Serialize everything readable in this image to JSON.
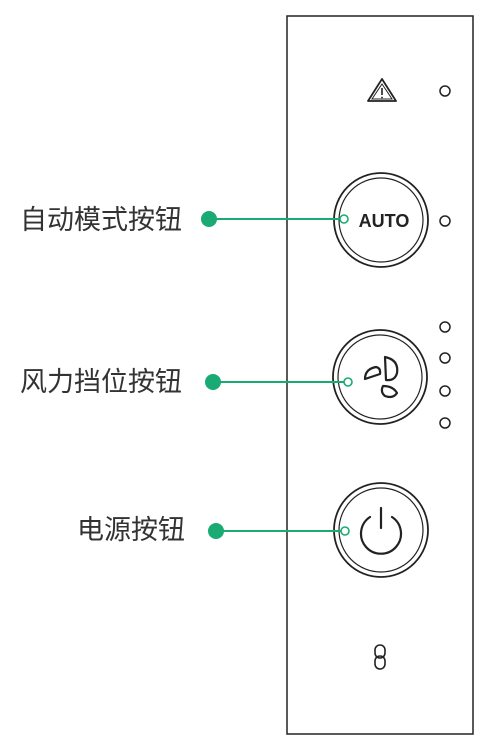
{
  "labels": {
    "auto_mode_button": "自动模式按钮",
    "fan_speed_button": "风力挡位按钮",
    "power_button": "电源按钮"
  },
  "buttons": {
    "auto_text": "AUTO"
  },
  "icons": {
    "warning": "warning-triangle-icon",
    "fan": "fan-icon",
    "power": "power-icon",
    "lock": "child-lock-icon"
  },
  "colors": {
    "callout": "#1aaa74",
    "line": "#222222",
    "text": "#333333"
  }
}
